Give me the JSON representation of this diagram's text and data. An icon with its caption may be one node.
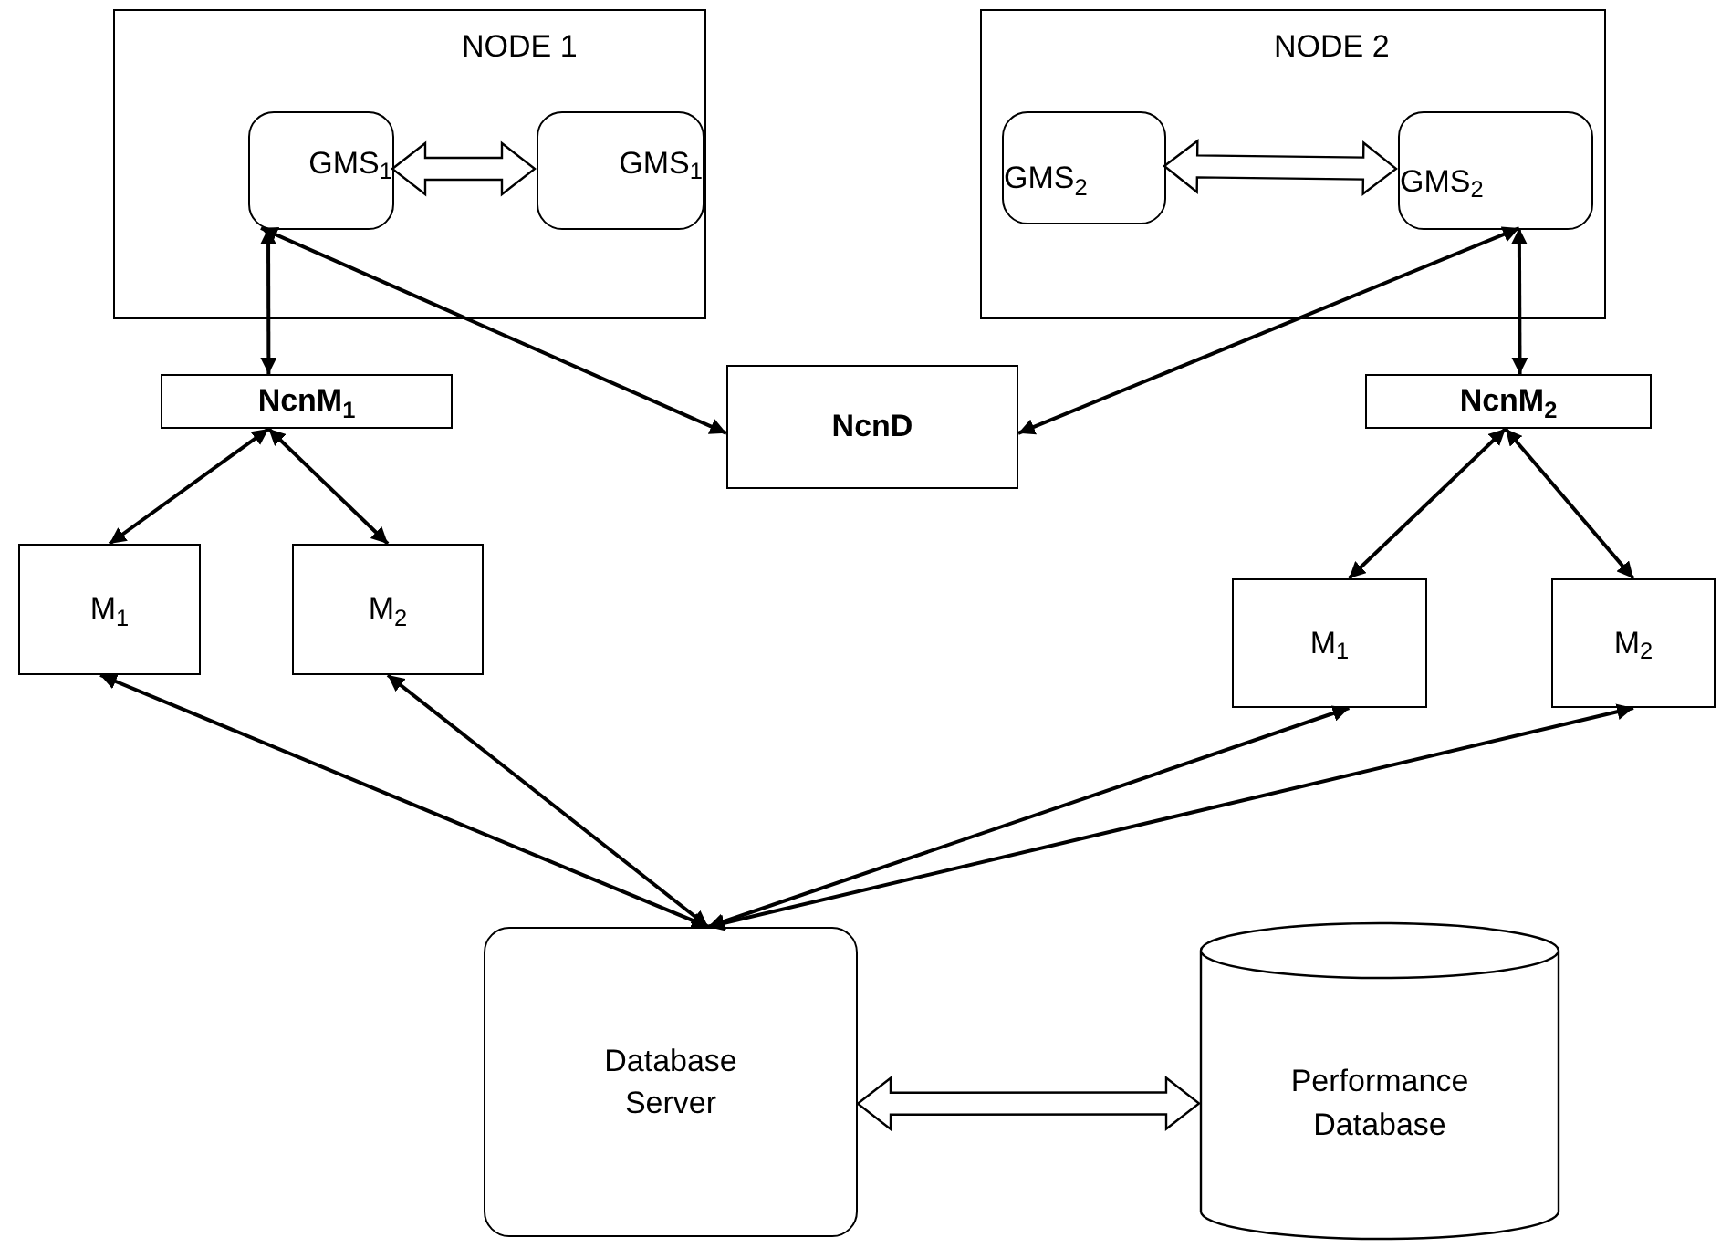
{
  "diagram": {
    "nodes": [
      {
        "text": [
          "NODE 1"
        ]
      },
      {
        "text": [
          "GMS$_{1}$"
        ],
        "in": 0
      },
      {
        "text": [
          "GMS$_{1}$"
        ],
        "in": 0
      },
      {
        "text": [
          "NODE 2"
        ]
      },
      {
        "text": [
          "GMS$_{2}$"
        ],
        "in": 3
      },
      {
        "text": [
          "GMS$_{2}$"
        ],
        "in": 3
      },
      {
        "text": [
          "NcnM$_{1}$"
        ]
      },
      {
        "text": [
          "NcnD"
        ]
      },
      {
        "text": [
          "NcnM$_{2}$"
        ]
      },
      {
        "text": [
          "M$_{1}$"
        ]
      },
      {
        "text": [
          "M$_{2}$"
        ]
      },
      {
        "text": [
          "M$_{1}$"
        ]
      },
      {
        "text": [
          "M$_{2}$"
        ]
      },
      {
        "text": [
          "Database Server"
        ]
      },
      {
        "text": [
          "Performance Database"
        ]
      }
    ],
    "edges": [
      {
        "from": 1,
        "to": 2,
        "arrow": "both",
        "style": "thick"
      },
      {
        "from": 4,
        "to": 5,
        "arrow": "both",
        "style": "thick"
      },
      {
        "from": 1,
        "to": 6,
        "arrow": "both"
      },
      {
        "from": 1,
        "to": 7,
        "arrow": "both"
      },
      {
        "from": 5,
        "to": 7,
        "arrow": "both"
      },
      {
        "from": 5,
        "to": 8,
        "arrow": "both"
      },
      {
        "from": 6,
        "to": 9,
        "arrow": "both"
      },
      {
        "from": 6,
        "to": 10,
        "arrow": "both"
      },
      {
        "from": 8,
        "to": 11,
        "arrow": "both"
      },
      {
        "from": 8,
        "to": 12,
        "arrow": "both"
      },
      {
        "from": 9,
        "to": 13,
        "arrow": "both"
      },
      {
        "from": 10,
        "to": 13,
        "arrow": "both"
      },
      {
        "from": 11,
        "to": 13,
        "arrow": "both"
      },
      {
        "from": 12,
        "to": 13,
        "arrow": "both"
      },
      {
        "from": 13,
        "to": 14,
        "arrow": "both",
        "style": "thick"
      }
    ]
  }
}
